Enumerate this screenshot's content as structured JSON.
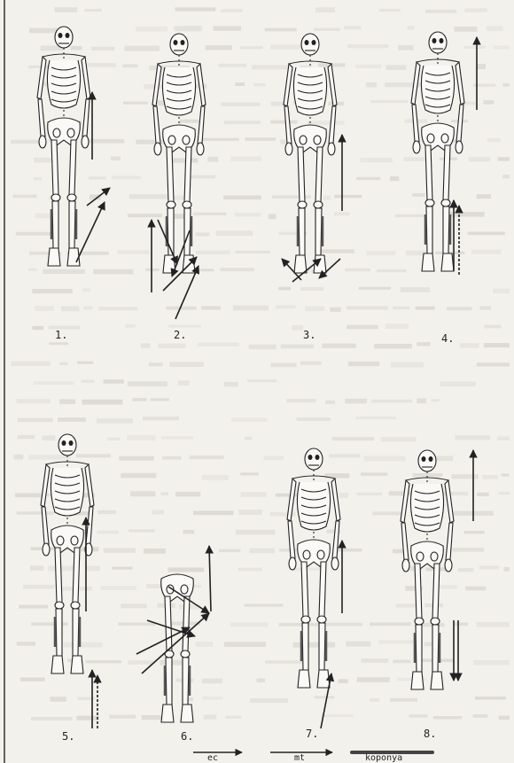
{
  "panels": [
    {
      "id": "p1",
      "label": "1."
    },
    {
      "id": "p2",
      "label": "2."
    },
    {
      "id": "p3",
      "label": "3."
    },
    {
      "id": "p4",
      "label": "4."
    },
    {
      "id": "p5",
      "label": "5."
    },
    {
      "id": "p6",
      "label": "6."
    },
    {
      "id": "p7",
      "label": "7."
    },
    {
      "id": "p8",
      "label": "8."
    }
  ],
  "legend": {
    "items": [
      {
        "label": "ec",
        "style": "thin"
      },
      {
        "label": "mt",
        "style": "thin"
      },
      {
        "label": "koponya",
        "style": "thick"
      }
    ]
  }
}
